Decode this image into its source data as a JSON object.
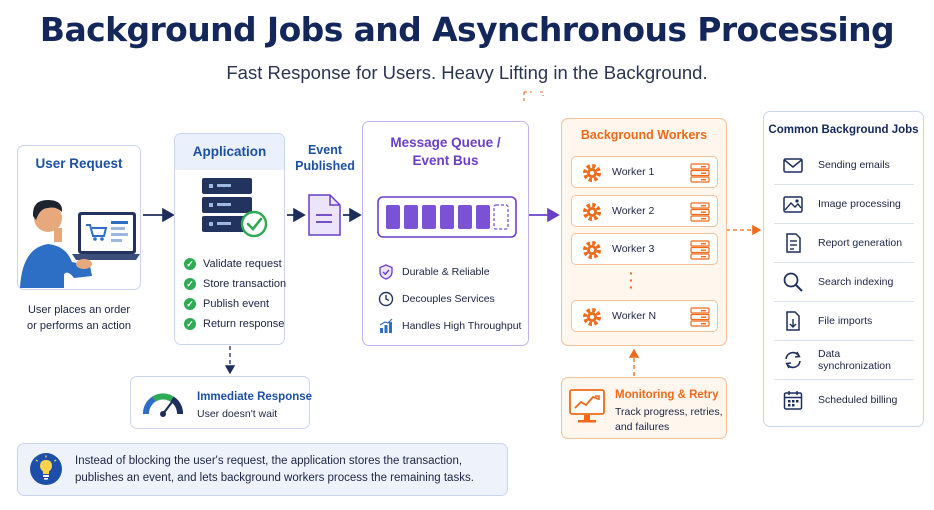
{
  "title": "Background Jobs and Asynchronous Processing",
  "subtitle": "Fast Response for Users. Heavy Lifting in the Background.",
  "user_request": {
    "heading": "User Request",
    "caption_line1": "User places an order",
    "caption_line2": "or performs an action"
  },
  "application": {
    "heading": "Application",
    "steps": [
      "Validate request",
      "Store transaction",
      "Publish event",
      "Return response"
    ]
  },
  "event_published": {
    "line1": "Event",
    "line2": "Published"
  },
  "message_queue": {
    "heading_line1": "Message Queue /",
    "heading_line2": "Event Bus",
    "features": [
      "Durable & Reliable",
      "Decouples Services",
      "Handles High Throughput"
    ]
  },
  "background_workers": {
    "heading": "Background Workers",
    "workers": [
      "Worker 1",
      "Worker 2",
      "Worker 3",
      "Worker N"
    ]
  },
  "monitoring": {
    "heading": "Monitoring & Retry",
    "line1": "Track progress, retries,",
    "line2": "and failures"
  },
  "immediate_response": {
    "heading": "Immediate Response",
    "subtext": "User doesn't wait"
  },
  "note": {
    "line1": "Instead of blocking the user's request, the application stores the transaction,",
    "line2": "publishes an event, and lets background workers process the remaining tasks."
  },
  "common_jobs": {
    "heading": "Common Background Jobs",
    "items": [
      {
        "label": "Sending emails",
        "icon": "envelope-icon"
      },
      {
        "label": "Image processing",
        "icon": "image-icon"
      },
      {
        "label": "Report generation",
        "icon": "report-icon"
      },
      {
        "label": "Search indexing",
        "icon": "magnifier-icon"
      },
      {
        "label": "File imports",
        "icon": "file-import-icon"
      },
      {
        "label": "Data synchronization",
        "icon": "sync-icon"
      },
      {
        "label": "Scheduled billing",
        "icon": "calendar-icon"
      }
    ]
  },
  "colors": {
    "navy": "#14275a",
    "blue_accent": "#1d4fa3",
    "purple": "#6a3fc6",
    "orange": "#ef6a1a",
    "green": "#2eaa55"
  }
}
